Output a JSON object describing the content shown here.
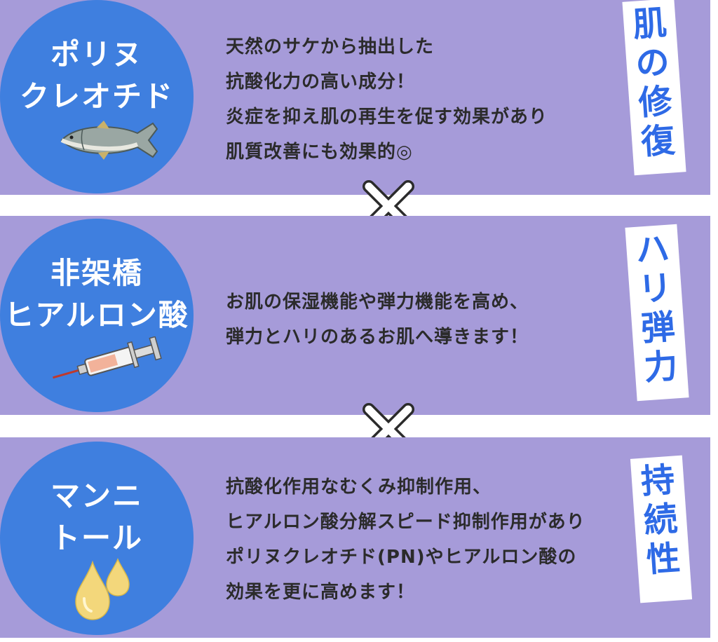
{
  "sections": [
    {
      "title_lines": [
        "ポリヌ",
        "クレオチド"
      ],
      "body_lines": [
        "天然のサケから抽出した",
        "抗酸化力の高い成分！",
        "炎症を抑え肌の再生を促す効果があり",
        "肌質改善にも効果的◎"
      ],
      "benefit_chars": [
        "肌",
        "の",
        "修",
        "復"
      ],
      "illustration": "salmon-icon"
    },
    {
      "title_lines": [
        "非架橋",
        "ヒアルロン酸"
      ],
      "body_lines": [
        "お肌の保湿機能や弾力機能を高め、",
        "弾力とハリのあるお肌へ導きます！"
      ],
      "benefit_chars": [
        "ハ",
        "リ",
        "弾",
        "力"
      ],
      "illustration": "syringe-icon"
    },
    {
      "title_lines": [
        "マンニ",
        "トール"
      ],
      "body_lines": [
        "抗酸化作用なむくみ抑制作用、",
        "ヒアルロン酸分解スピード抑制作用があり",
        "ポリヌクレオチド(PN)やヒアルロン酸の",
        "効果を更に高めます！"
      ],
      "benefit_chars": [
        "持",
        "続",
        "性"
      ],
      "illustration": "droplets-icon"
    }
  ],
  "colors": {
    "band": "#a69bd9",
    "circle": "#3f7fdf",
    "label_text": "#2e6ae6",
    "body_text": "#2b2b2b"
  }
}
